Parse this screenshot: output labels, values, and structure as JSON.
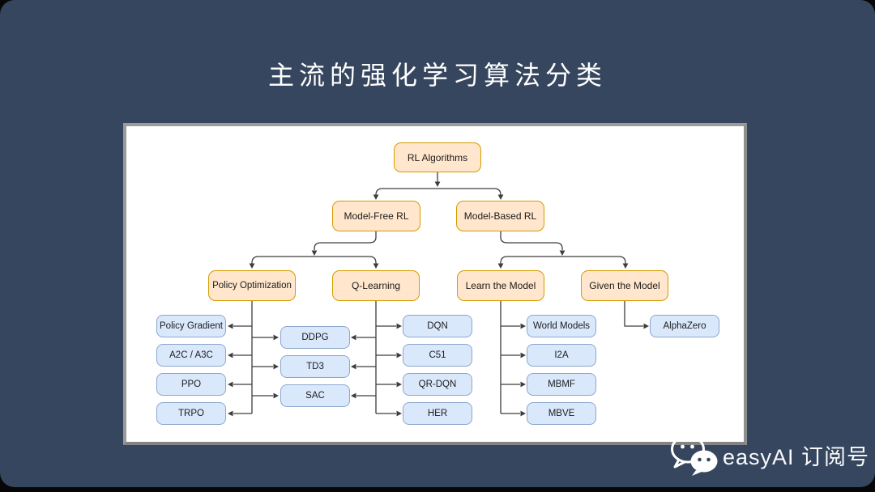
{
  "title": "主流的强化学习算法分类",
  "footer": {
    "brand": "easyAI 订阅号",
    "icon": "wechat-icon"
  },
  "colors": {
    "slide_background": "#35465E",
    "panel_background": "#FFFFFF",
    "panel_border": "#9B9B9B",
    "category_fill": "#FFE6CC",
    "category_border": "#D79B00",
    "leaf_fill": "#DAE8FC",
    "leaf_border": "#8CA6CC",
    "connector": "#3D3D3D",
    "title_text": "#FFFFFF"
  },
  "diagram": {
    "nodes": {
      "rl_algorithms": "RL Algorithms",
      "model_free": "Model-Free RL",
      "model_based": "Model-Based RL",
      "policy_optimization": "Policy Optimization",
      "q_learning": "Q-Learning",
      "learn_the_model": "Learn the Model",
      "given_the_model": "Given the Model",
      "policy_gradient": "Policy Gradient",
      "a2c_a3c": "A2C / A3C",
      "ppo": "PPO",
      "trpo": "TRPO",
      "ddpg": "DDPG",
      "td3": "TD3",
      "sac": "SAC",
      "dqn": "DQN",
      "c51": "C51",
      "qr_dqn": "QR-DQN",
      "her": "HER",
      "world_models": "World Models",
      "i2a": "I2A",
      "mbmf": "MBMF",
      "mbve": "MBVE",
      "alphazero": "AlphaZero"
    },
    "edges": [
      {
        "from": "RL Algorithms",
        "to": "Model-Free RL"
      },
      {
        "from": "RL Algorithms",
        "to": "Model-Based RL"
      },
      {
        "from": "Model-Free RL",
        "to": "Policy Optimization"
      },
      {
        "from": "Model-Free RL",
        "to": "Q-Learning"
      },
      {
        "from": "Model-Based RL",
        "to": "Learn the Model"
      },
      {
        "from": "Model-Based RL",
        "to": "Given the Model"
      },
      {
        "from": "Policy Optimization",
        "to": "Policy Gradient"
      },
      {
        "from": "Policy Optimization",
        "to": "A2C / A3C"
      },
      {
        "from": "Policy Optimization",
        "to": "PPO"
      },
      {
        "from": "Policy Optimization",
        "to": "TRPO"
      },
      {
        "from": "Policy Optimization",
        "to": "DDPG"
      },
      {
        "from": "Policy Optimization",
        "to": "TD3"
      },
      {
        "from": "Policy Optimization",
        "to": "SAC"
      },
      {
        "from": "Q-Learning",
        "to": "DDPG"
      },
      {
        "from": "Q-Learning",
        "to": "TD3"
      },
      {
        "from": "Q-Learning",
        "to": "SAC"
      },
      {
        "from": "Q-Learning",
        "to": "DQN"
      },
      {
        "from": "Q-Learning",
        "to": "C51"
      },
      {
        "from": "Q-Learning",
        "to": "QR-DQN"
      },
      {
        "from": "Q-Learning",
        "to": "HER"
      },
      {
        "from": "Learn the Model",
        "to": "World Models"
      },
      {
        "from": "Learn the Model",
        "to": "I2A"
      },
      {
        "from": "Learn the Model",
        "to": "MBMF"
      },
      {
        "from": "Learn the Model",
        "to": "MBVE"
      },
      {
        "from": "Given the Model",
        "to": "AlphaZero"
      }
    ]
  }
}
